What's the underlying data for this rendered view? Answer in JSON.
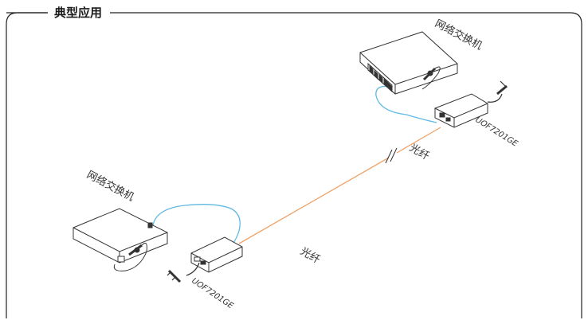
{
  "section": {
    "title": "典型应用"
  },
  "devices": {
    "top_switch_label": "网络交换机",
    "bottom_switch_label": "网络交换机",
    "top_converter_label": "UOF7201GE",
    "bottom_converter_label": "UOF7201GE"
  },
  "links": {
    "fiber_label_upper": "光纤",
    "fiber_label_lower": "光纤"
  },
  "colors": {
    "frame": "#222222",
    "device_outline": "#333333",
    "copper_cable": "#5fb9e3",
    "fiber_cable": "#f0a36a"
  }
}
